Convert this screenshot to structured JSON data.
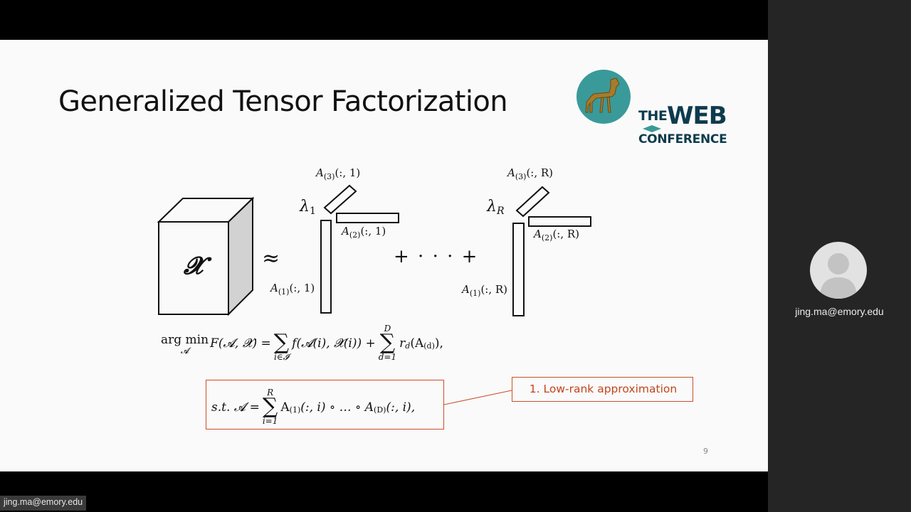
{
  "slide": {
    "title": "Generalized Tensor Factorization",
    "page_number": "9",
    "logo": {
      "word_the": "THE",
      "word_web": "WEB",
      "word_conference": "CONFERENCE",
      "circle_color": "#3a9a99",
      "text_color": "#0e3b4d",
      "icon": "horse-icon"
    },
    "diagram": {
      "tensor_symbol": "𝓧",
      "approx_symbol": "≈",
      "plus_dots": "+ · · · +",
      "component_1": {
        "lambda": "λ",
        "lambda_sub": "1",
        "a3_label": "A",
        "a3_sub": "(3)",
        "a3_arg": "(:, 1)",
        "a2_label": "A",
        "a2_sub": "(2)",
        "a2_arg": "(:, 1)",
        "a1_label": "A",
        "a1_sub": "(1)",
        "a1_arg": "(:, 1)"
      },
      "component_R": {
        "lambda": "λ",
        "lambda_sub": "R",
        "a3_label": "A",
        "a3_sub": "(3)",
        "a3_arg": "(:, R)",
        "a2_label": "A",
        "a2_sub": "(2)",
        "a2_arg": "(:, R)",
        "a1_label": "A",
        "a1_sub": "(1)",
        "a1_arg": "(:, R)"
      }
    },
    "objective": {
      "argmin": "arg min",
      "argmin_sub": "𝓐",
      "lhs": "F(𝓐, 𝓧) =",
      "sum1_top": "",
      "sum1_bottom": "i∈𝓘",
      "term1": "f(𝓐(i), 𝓧(i)) +",
      "sum2_top": "D",
      "sum2_bottom": "d=1",
      "term2": "r",
      "term2_sub": "d",
      "term2_arg": "(A",
      "term2_arg_sub": "(d)",
      "term2_end": "),"
    },
    "constraint": {
      "lhs": "s.t. 𝓐 =",
      "sum_top": "R",
      "sum_bottom": "i=1",
      "rhs_a": "A",
      "rhs_a_sub": "(1)",
      "rhs_mid": "(:, i) ∘ … ∘ A",
      "rhs_b_sub": "(D)",
      "rhs_end": "(:, i),"
    },
    "callout": {
      "text": "1. Low-rank approximation",
      "color": "#c0461c"
    }
  },
  "participant": {
    "email": "jing.ma@emory.edu",
    "avatar_icon": "person-avatar-icon"
  },
  "speaker_tag": "jing.ma@emory.edu"
}
